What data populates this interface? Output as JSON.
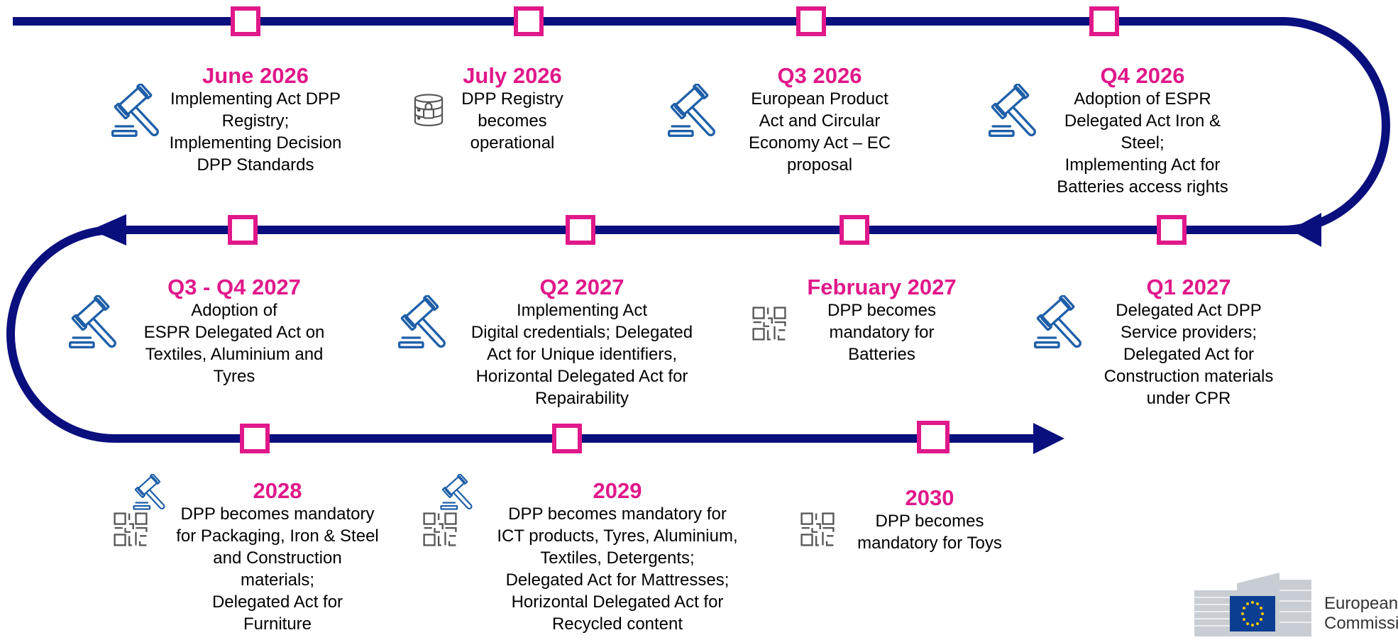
{
  "colors": {
    "track": "#0a0f7e",
    "accent": "#e0188a",
    "icon": "#1f5fa8",
    "text": "#000000"
  },
  "milestones": [
    {
      "date": "June 2026",
      "text": "Implementing Act DPP\nRegistry;\nImplementing Decision\nDPP Standards",
      "icon": "gavel-icon"
    },
    {
      "date": "July 2026",
      "text": "DPP Registry\nbecomes\noperational",
      "icon": "database-lock-icon"
    },
    {
      "date": "Q3 2026",
      "text": "European Product\nAct and Circular\nEconomy Act – EC\nproposal",
      "icon": "gavel-icon"
    },
    {
      "date": "Q4 2026",
      "text": "Adoption of ESPR\nDelegated Act Iron &\nSteel;\nImplementing Act for\nBatteries access rights",
      "icon": "gavel-icon"
    },
    {
      "date": "Q3 - Q4 2027",
      "text": "Adoption of\nESPR Delegated Act on\nTextiles, Aluminium and\nTyres",
      "icon": "gavel-icon"
    },
    {
      "date": "Q2 2027",
      "text": "Implementing Act\nDigital credentials; Delegated\nAct for Unique identifiers,\nHorizontal Delegated Act for\nRepairability",
      "icon": "gavel-icon"
    },
    {
      "date": "February 2027",
      "text": "DPP becomes\nmandatory for\nBatteries",
      "icon": "qr-code-icon"
    },
    {
      "date": "Q1 2027",
      "text": "Delegated Act DPP\nService providers;\nDelegated Act for\nConstruction materials\nunder CPR",
      "icon": "gavel-icon"
    },
    {
      "date": "2028",
      "text": "DPP becomes mandatory\nfor Packaging, Iron & Steel\nand Construction\nmaterials;\nDelegated Act for\nFurniture",
      "icon": "gavel-qr-icon"
    },
    {
      "date": "2029",
      "text": "DPP becomes mandatory for\nICT products, Tyres, Aluminium,\nTextiles, Detergents;\nDelegated Act for Mattresses;\nHorizontal Delegated Act for\nRecycled content",
      "icon": "gavel-qr-icon"
    },
    {
      "date": "2030",
      "text": "DPP becomes\nmandatory for Toys",
      "icon": "qr-code-icon"
    }
  ],
  "logo": {
    "line1": "European",
    "line2": "Commission"
  }
}
